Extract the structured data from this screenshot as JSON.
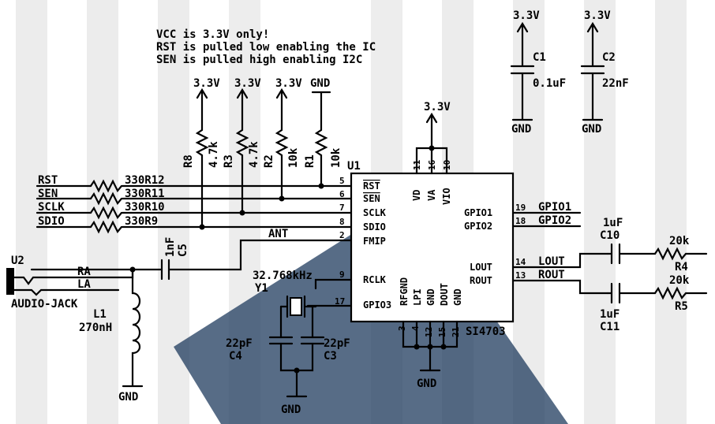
{
  "notes": [
    "VCC is 3.3V only!",
    "RST is pulled low enabling the IC",
    "SEN is pulled high enabling I2C"
  ],
  "power": {
    "v33": "3.3V",
    "gnd": "GND"
  },
  "resistors_pull": [
    {
      "ref": "R8",
      "value": "4.7k"
    },
    {
      "ref": "R3",
      "value": "4.7k"
    },
    {
      "ref": "R2",
      "value": "10k"
    },
    {
      "ref": "R1",
      "value": "10k"
    }
  ],
  "caps_top": [
    {
      "ref": "C1",
      "value": "0.1uF"
    },
    {
      "ref": "C2",
      "value": "22nF"
    }
  ],
  "series": [
    {
      "net": "RST",
      "res": "330R12",
      "pin": "5"
    },
    {
      "net": "SEN",
      "res": "330R11",
      "pin": "6"
    },
    {
      "net": "SCLK",
      "res": "330R10",
      "pin": "7"
    },
    {
      "net": "SDIO",
      "res": "330R9",
      "pin": "8"
    }
  ],
  "ic": {
    "ref": "U1",
    "part": "SI4703",
    "left_pins": [
      {
        "num": "5",
        "name": "RST"
      },
      {
        "num": "6",
        "name": "SEN"
      },
      {
        "num": "7",
        "name": "SCLK"
      },
      {
        "num": "8",
        "name": "SDIO"
      },
      {
        "num": "2",
        "name": "FMIP"
      },
      {
        "num": "9",
        "name": "RCLK"
      },
      {
        "num": "17",
        "name": "GPIO3"
      }
    ],
    "top_pins": [
      {
        "num": "11",
        "name": "VD"
      },
      {
        "num": "16",
        "name": "VA"
      },
      {
        "num": "10",
        "name": "VIO"
      }
    ],
    "right_pins": [
      {
        "num": "19",
        "name": "GPIO1"
      },
      {
        "num": "18",
        "name": "GPIO2"
      },
      {
        "num": "14",
        "name": "LOUT"
      },
      {
        "num": "13",
        "name": "ROUT"
      }
    ],
    "bottom_pins": [
      {
        "num": "3",
        "name": "RFGND"
      },
      {
        "num": "4",
        "name": "LPI"
      },
      {
        "num": "12",
        "name": "GND"
      },
      {
        "num": "15",
        "name": "DOUT"
      },
      {
        "num": "21",
        "name": "GND"
      }
    ]
  },
  "nets": {
    "ant": "ANT",
    "gpio1": "GPIO1",
    "gpio2": "GPIO2",
    "lout": "LOUT",
    "rout": "ROUT",
    "ra": "RA",
    "la": "LA"
  },
  "c5": {
    "ref": "C5",
    "value": "1nF"
  },
  "u2": {
    "ref": "U2",
    "name": "AUDIO-JACK"
  },
  "l1": {
    "ref": "L1",
    "value": "270nH"
  },
  "y1": {
    "ref": "Y1",
    "value": "32.768kHz"
  },
  "c4": {
    "ref": "C4",
    "value": "22pF"
  },
  "c3": {
    "ref": "C3",
    "value": "22pF"
  },
  "c10": {
    "ref": "C10",
    "value": "1uF"
  },
  "c11": {
    "ref": "C11",
    "value": "1uF"
  },
  "r4": {
    "ref": "R4",
    "value": "20k"
  },
  "r5": {
    "ref": "R5",
    "value": "20k"
  }
}
